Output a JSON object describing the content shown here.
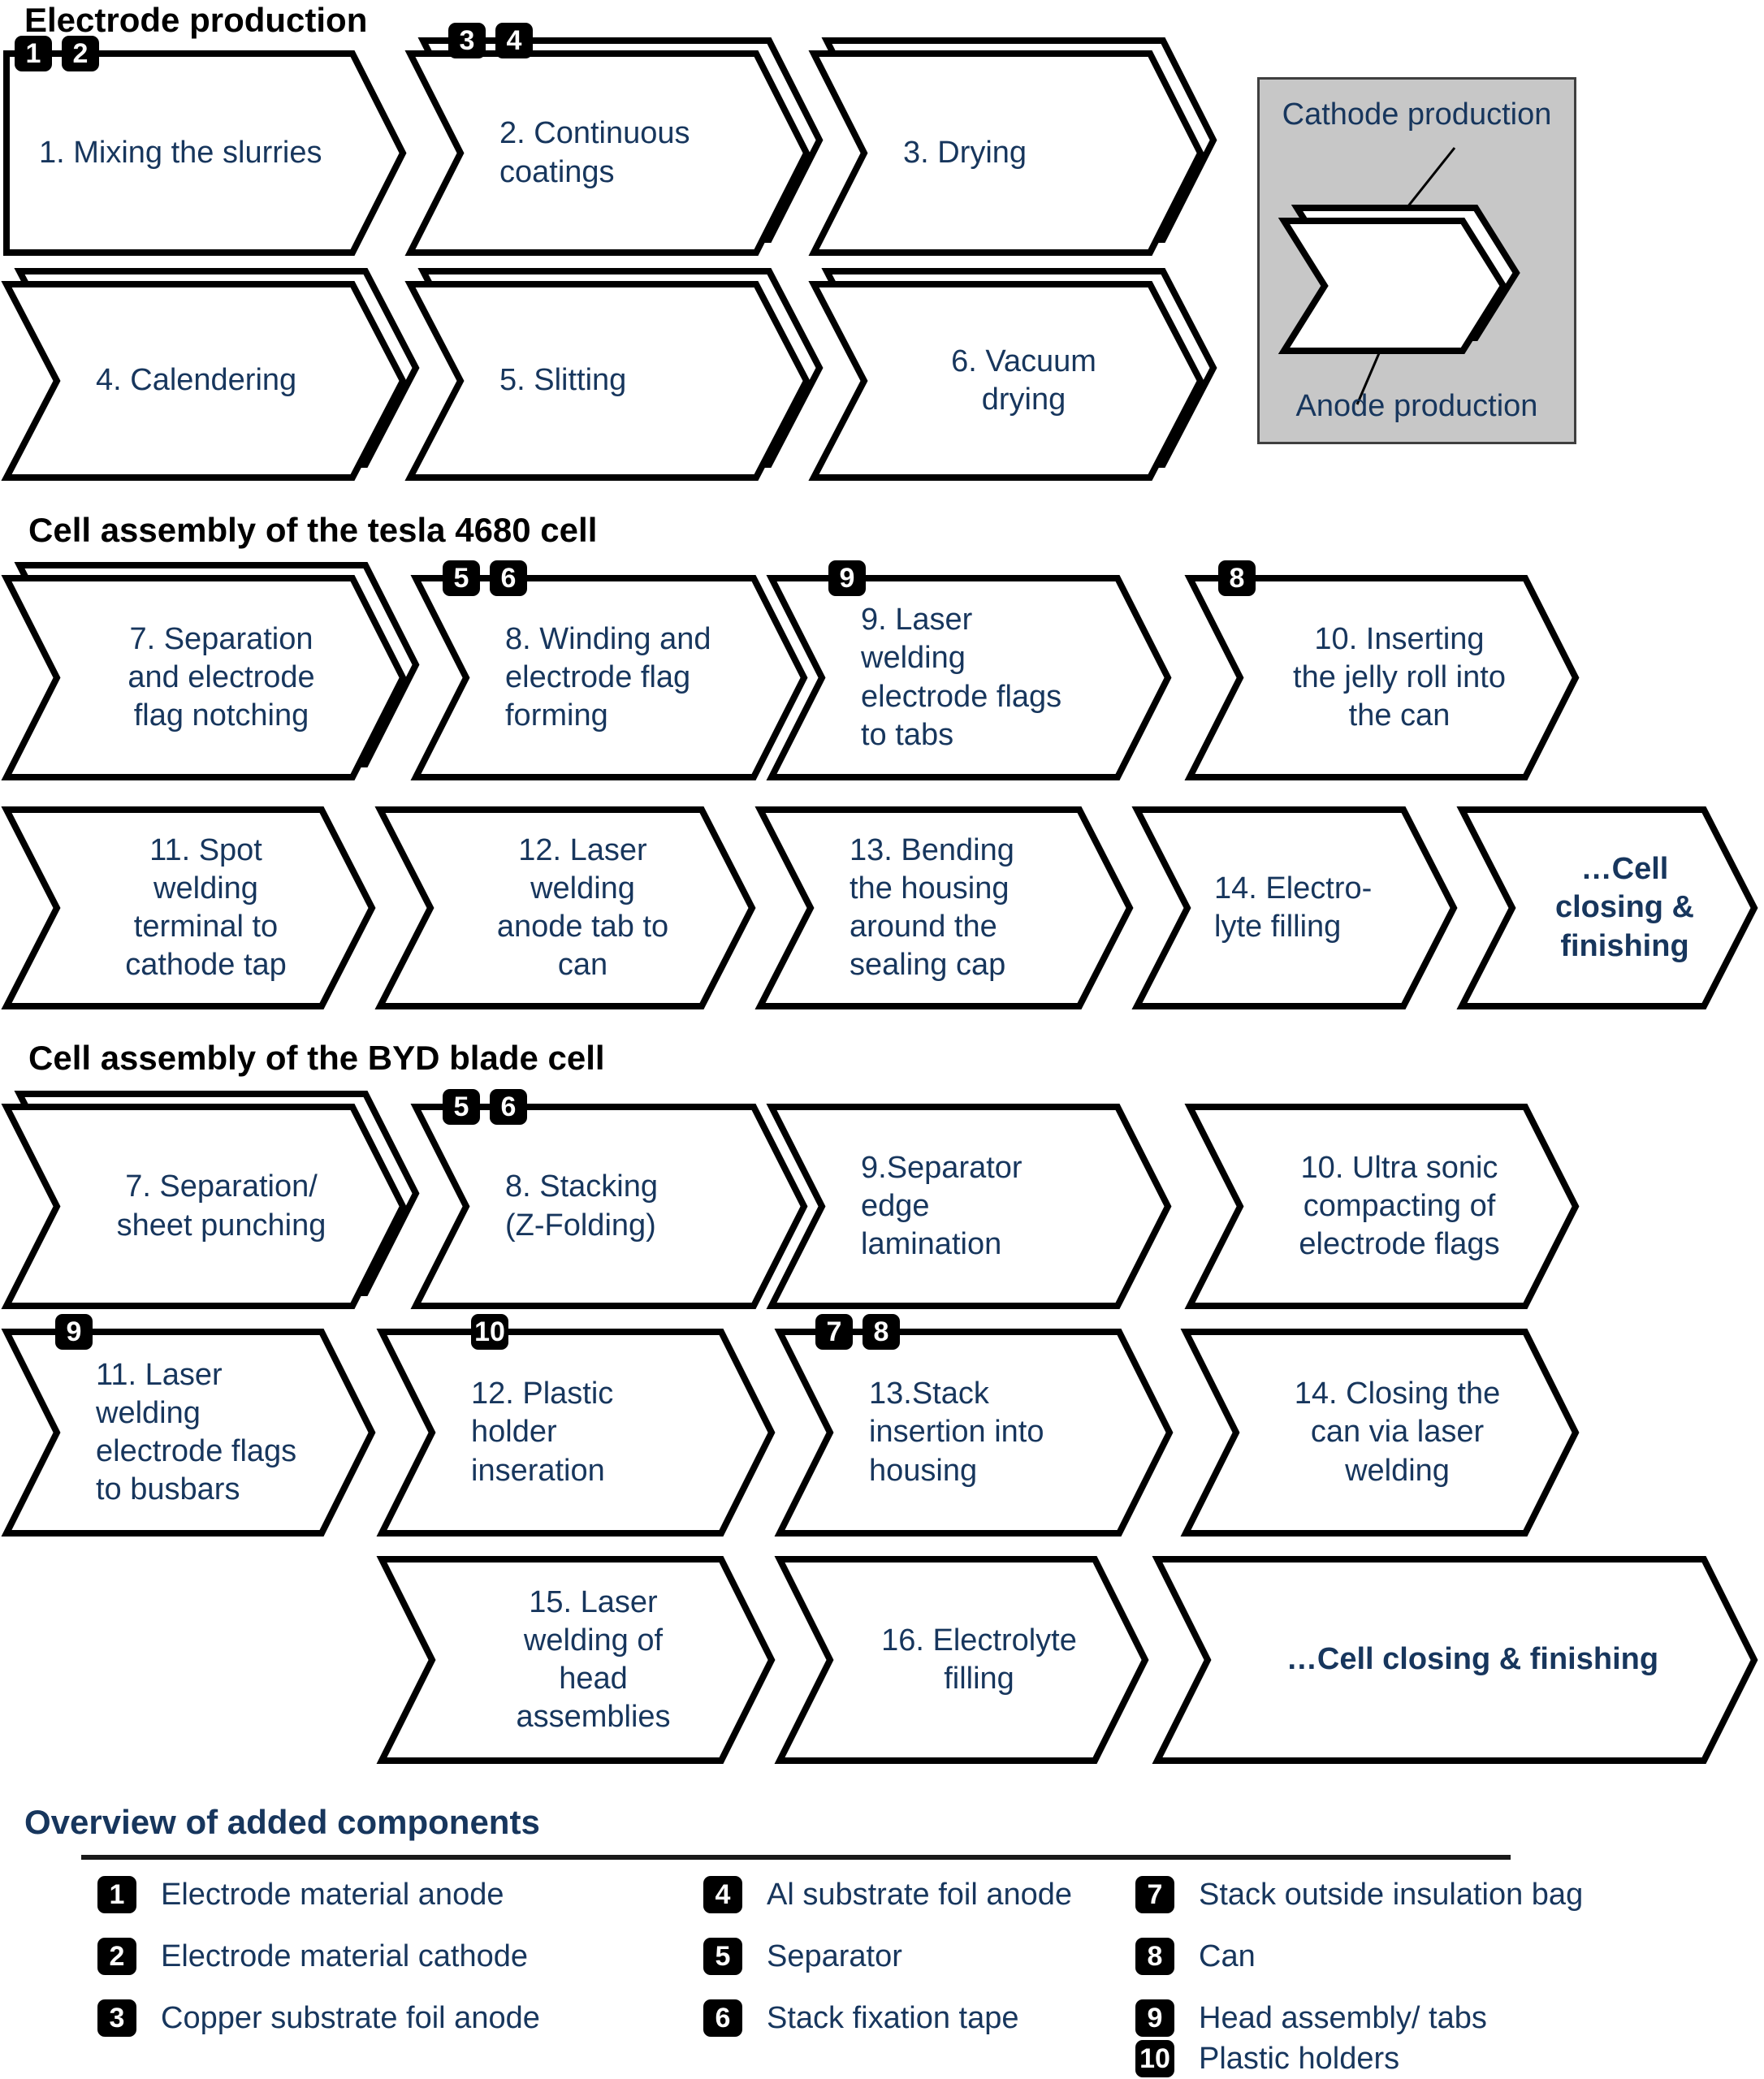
{
  "sections": {
    "electrode": {
      "title": "Electrode production"
    },
    "tesla": {
      "title": "Cell assembly of the tesla 4680 cell"
    },
    "byd": {
      "title": "Cell assembly of the BYD blade cell"
    }
  },
  "legend_box": {
    "cathode_label": "Cathode production",
    "anode_label": "Anode production"
  },
  "boxes": {
    "mixing": {
      "label": "1. Mixing the slurries",
      "badges": [
        "1",
        "2"
      ]
    },
    "continuous": {
      "label": "2. Continuous\ncoatings",
      "badges": [
        "3",
        "4"
      ]
    },
    "drying": {
      "label": "3. Drying"
    },
    "calendering": {
      "label": "4. Calendering"
    },
    "slitting": {
      "label": "5. Slitting"
    },
    "vacuum": {
      "label": "6. Vacuum\ndrying"
    },
    "t7": {
      "label": "7. Separation\nand electrode\nflag notching"
    },
    "t8": {
      "label": "8. Winding and\nelectrode flag\nforming",
      "badges": [
        "5",
        "6"
      ]
    },
    "t9": {
      "label": "9. Laser\nwelding\nelectrode flags\nto tabs",
      "badges": [
        "9"
      ]
    },
    "t10": {
      "label": "10. Inserting\nthe jelly roll into\nthe can",
      "badges": [
        "8"
      ]
    },
    "t11": {
      "label": "11. Spot\nwelding\nterminal to\ncathode tap"
    },
    "t12": {
      "label": "12. Laser\nwelding\nanode tab to\ncan"
    },
    "t13": {
      "label": "13. Bending\nthe housing\naround the\nsealing cap"
    },
    "t14": {
      "label": "14. Electro-\nlyte filling"
    },
    "t_close": {
      "label": "…Cell\nclosing &\nfinishing"
    },
    "b7": {
      "label": "7. Separation/\nsheet punching"
    },
    "b8": {
      "label": "8. Stacking\n(Z-Folding)",
      "badges": [
        "5",
        "6"
      ]
    },
    "b9": {
      "label": "9.Separator\nedge\nlamination"
    },
    "b10": {
      "label": "10. Ultra sonic\ncompacting of\nelectrode flags"
    },
    "b11": {
      "label": "11. Laser\nwelding\nelectrode flags\nto busbars",
      "badges": [
        "9"
      ]
    },
    "b12": {
      "label": "12. Plastic\nholder\ninseration",
      "badges": [
        "10"
      ]
    },
    "b13": {
      "label": "13.Stack\ninsertion into\nhousing",
      "badges": [
        "7",
        "8"
      ]
    },
    "b14": {
      "label": "14. Closing the\ncan via laser\nwelding"
    },
    "b15": {
      "label": "15. Laser\nwelding of\nhead\nassemblies"
    },
    "b16": {
      "label": "16. Electrolyte\nfilling"
    },
    "b_close": {
      "label": "…Cell closing & finishing"
    }
  },
  "components": {
    "title": "Overview of added components",
    "items": [
      {
        "num": "1",
        "label": "Electrode material anode"
      },
      {
        "num": "2",
        "label": "Electrode material cathode"
      },
      {
        "num": "3",
        "label": "Copper substrate foil anode"
      },
      {
        "num": "4",
        "label": "Al substrate foil anode"
      },
      {
        "num": "5",
        "label": "Separator"
      },
      {
        "num": "6",
        "label": "Stack fixation tape"
      },
      {
        "num": "7",
        "label": "Stack outside insulation bag"
      },
      {
        "num": "8",
        "label": "Can"
      },
      {
        "num": "9",
        "label": "Head assembly/ tabs"
      },
      {
        "num": "10",
        "label": "Plastic holders"
      }
    ]
  },
  "colors": {
    "arrow_text": "#17365d",
    "arrow_border": "#000000",
    "arrow_fill": "#ffffff",
    "legend_bg": "#c7c7c7",
    "badge_bg": "#000000",
    "badge_text": "#ffffff"
  }
}
